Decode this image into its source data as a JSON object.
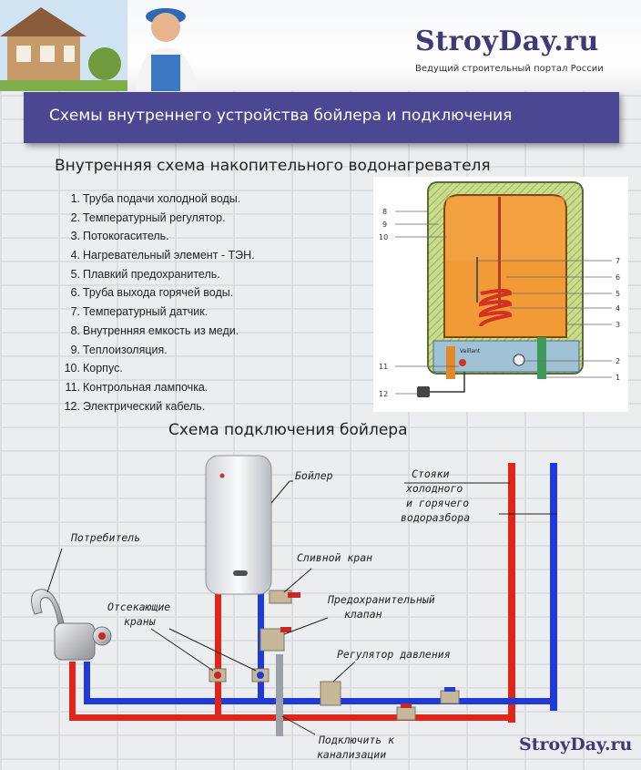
{
  "header": {
    "brand": "StroyDay.ru",
    "tagline": "Ведущий строительный портал России"
  },
  "title_bar": {
    "text": "Схемы внутреннего устройства бойлера и подключения"
  },
  "inner_scheme": {
    "title": "Внутренняя схема накопительного водонагревателя",
    "items": [
      {
        "num": "1.",
        "text": "Труба подачи холодной воды."
      },
      {
        "num": "2.",
        "text": "Температурный регулятор."
      },
      {
        "num": "3.",
        "text": "Потокогаситель."
      },
      {
        "num": "4.",
        "text": "Нагревательный элемент - ТЭН."
      },
      {
        "num": "5.",
        "text": "Плавкий предохранитель."
      },
      {
        "num": "6.",
        "text": "Труба выхода горячей воды."
      },
      {
        "num": "7.",
        "text": "Температурный датчик."
      },
      {
        "num": "8.",
        "text": "Внутренняя емкость из меди."
      },
      {
        "num": "9.",
        "text": "Теплоизоляция."
      },
      {
        "num": "10.",
        "text": "Корпус."
      },
      {
        "num": "11.",
        "text": "Контрольная лампочка."
      },
      {
        "num": "12.",
        "text": "Электрический кабель."
      }
    ],
    "diagram_numbers": {
      "n1": "1",
      "n2": "2",
      "n3": "3",
      "n4": "4",
      "n5": "5",
      "n6": "6",
      "n7": "7",
      "n8": "8",
      "n9": "9",
      "n10": "10",
      "n11": "11",
      "n12": "12"
    },
    "brand_mark": "Vaillant"
  },
  "connection_scheme": {
    "title": "Схема подключения бойлера",
    "labels": {
      "boiler": "Бойлер",
      "risers_1": "Стояки",
      "risers_2": "холодного",
      "risers_3": "и горячего",
      "risers_4": "водоразбора",
      "consumer": "Потребитель",
      "drain_valve": "Сливной кран",
      "shutoff_1": "Отсекающие",
      "shutoff_2": "краны",
      "safety_1": "Предохранительный",
      "safety_2": "клапан",
      "pressure_reg": "Регулятор давления",
      "sewer_1": "Подключить к",
      "sewer_2": "канализации"
    },
    "colors": {
      "hot": "#e0251b",
      "cold": "#1f3ad6"
    }
  },
  "footer": {
    "brand": "StroyDay.ru"
  }
}
